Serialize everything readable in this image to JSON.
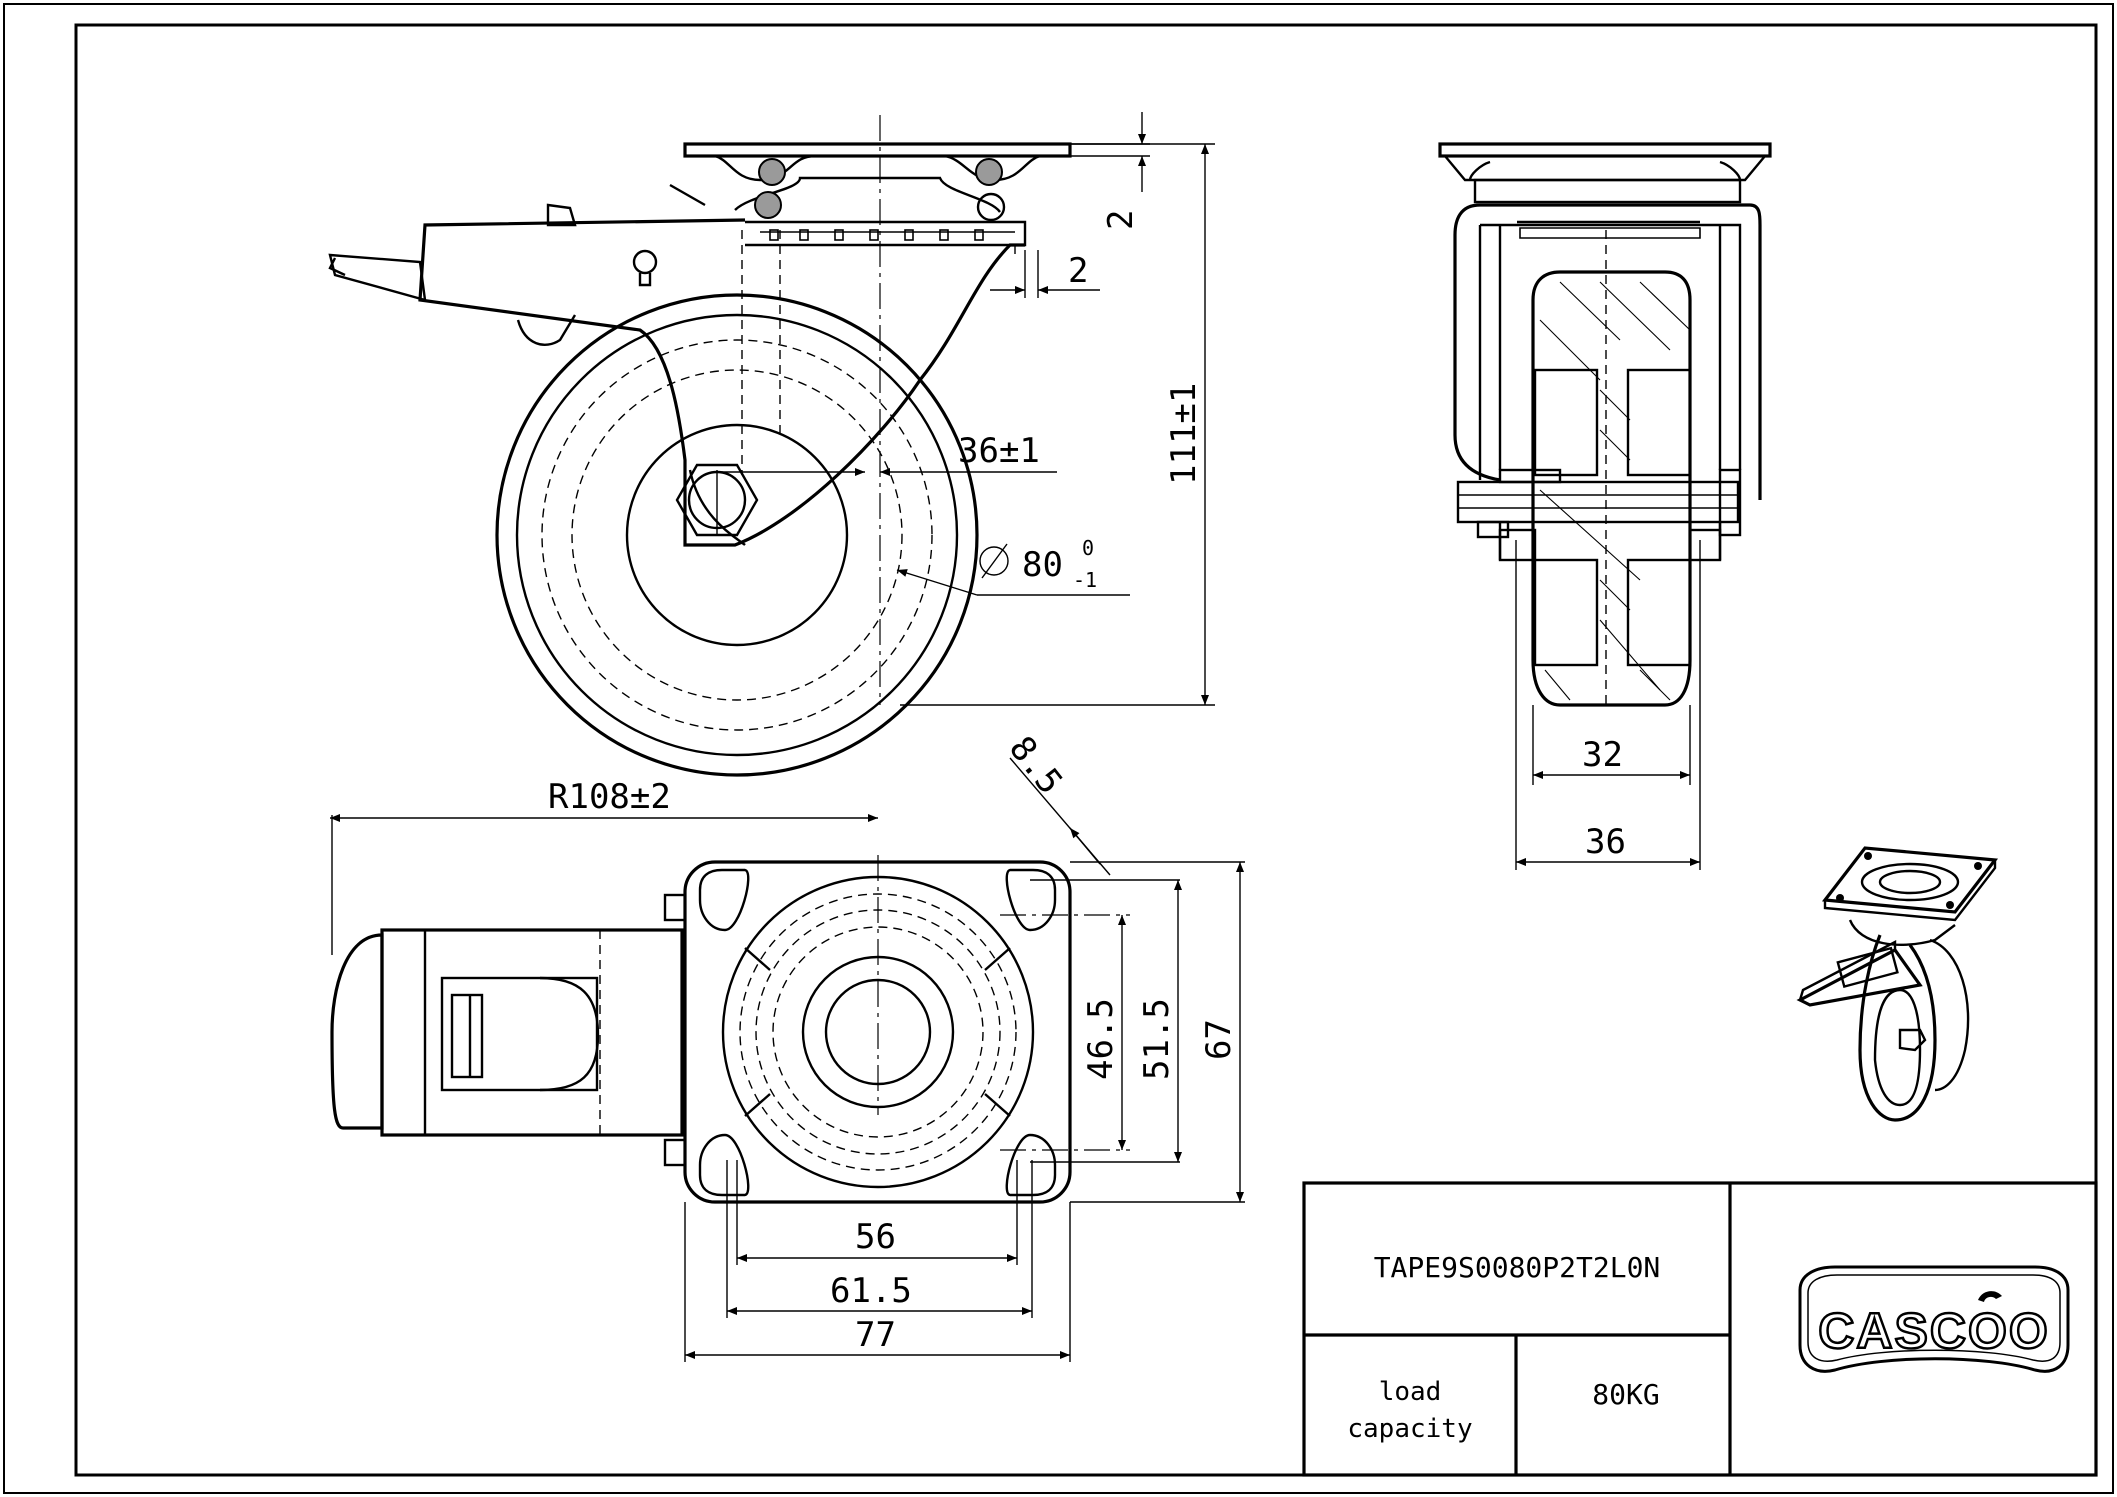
{
  "drawing": {
    "part_number": "TAPE9S0080P2T2L0N",
    "load_capacity_label_line1": "load",
    "load_capacity_label_line2": "capacity",
    "load_capacity_value": "80KG",
    "brand": "CASCOO"
  },
  "dimensions": {
    "plate_thickness": "2",
    "offset": "2",
    "swivel_offset": "36±1",
    "wheel_diameter": "80",
    "wheel_diameter_upper_tol": "0",
    "wheel_diameter_lower_tol": "-1",
    "overall_height": "111±1",
    "wheel_width": "32",
    "fork_width": "36",
    "swivel_radius": "R108±2",
    "hole_diameter": "8.5",
    "plate_hole_spacing_y_inner": "46.5",
    "plate_hole_spacing_y": "51.5",
    "plate_height": "67",
    "plate_hole_spacing_x_inner": "56",
    "plate_hole_spacing_x": "61.5",
    "plate_width": "77"
  }
}
